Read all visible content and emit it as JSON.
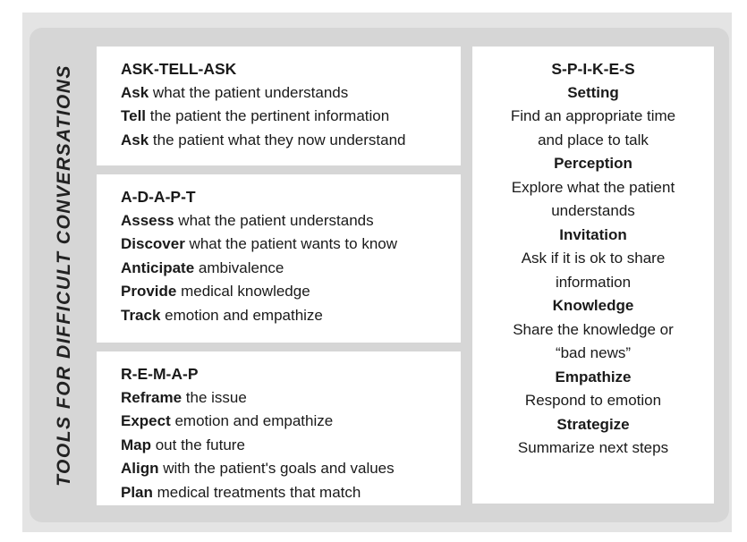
{
  "side_title": "TOOLS FOR DIFFICULT CONVERSATIONS",
  "ask_tell_ask": {
    "title": "ASK-TELL-ASK",
    "rows": [
      {
        "bold": "Ask",
        "rest": " what the patient understands"
      },
      {
        "bold": "Tell",
        "rest": " the patient the pertinent information"
      },
      {
        "bold": "Ask",
        "rest": " the patient what they now understand"
      }
    ]
  },
  "adapt": {
    "title": "A-D-A-P-T",
    "rows": [
      {
        "bold": "Assess",
        "rest": " what the patient understands"
      },
      {
        "bold": "Discover",
        "rest": " what the patient wants to know"
      },
      {
        "bold": "Anticipate",
        "rest": " ambivalence"
      },
      {
        "bold": "Provide",
        "rest": " medical knowledge"
      },
      {
        "bold": "Track",
        "rest": " emotion and empathize"
      }
    ]
  },
  "remap": {
    "title": "R-E-M-A-P",
    "rows": [
      {
        "bold": "Reframe",
        "rest": " the issue"
      },
      {
        "bold": "Expect",
        "rest": " emotion and empathize"
      },
      {
        "bold": "Map",
        "rest": " out the future"
      },
      {
        "bold": "Align",
        "rest": " with the patient's goals and values"
      },
      {
        "bold": "Plan",
        "rest": " medical treatments that match"
      }
    ]
  },
  "spikes": {
    "title": "S-P-I-K-E-S",
    "steps": [
      {
        "name": "Setting",
        "lines": [
          "Find an appropriate time",
          "and place to talk"
        ]
      },
      {
        "name": "Perception",
        "lines": [
          "Explore what the patient",
          "understands"
        ]
      },
      {
        "name": "Invitation",
        "lines": [
          "Ask if it is ok to share",
          "information"
        ]
      },
      {
        "name": "Knowledge",
        "lines": [
          "Share the knowledge or",
          "“bad news”"
        ]
      },
      {
        "name": "Empathize",
        "lines": [
          "Respond to emotion"
        ]
      },
      {
        "name": "Strategize",
        "lines": [
          "Summarize next steps"
        ]
      }
    ]
  }
}
